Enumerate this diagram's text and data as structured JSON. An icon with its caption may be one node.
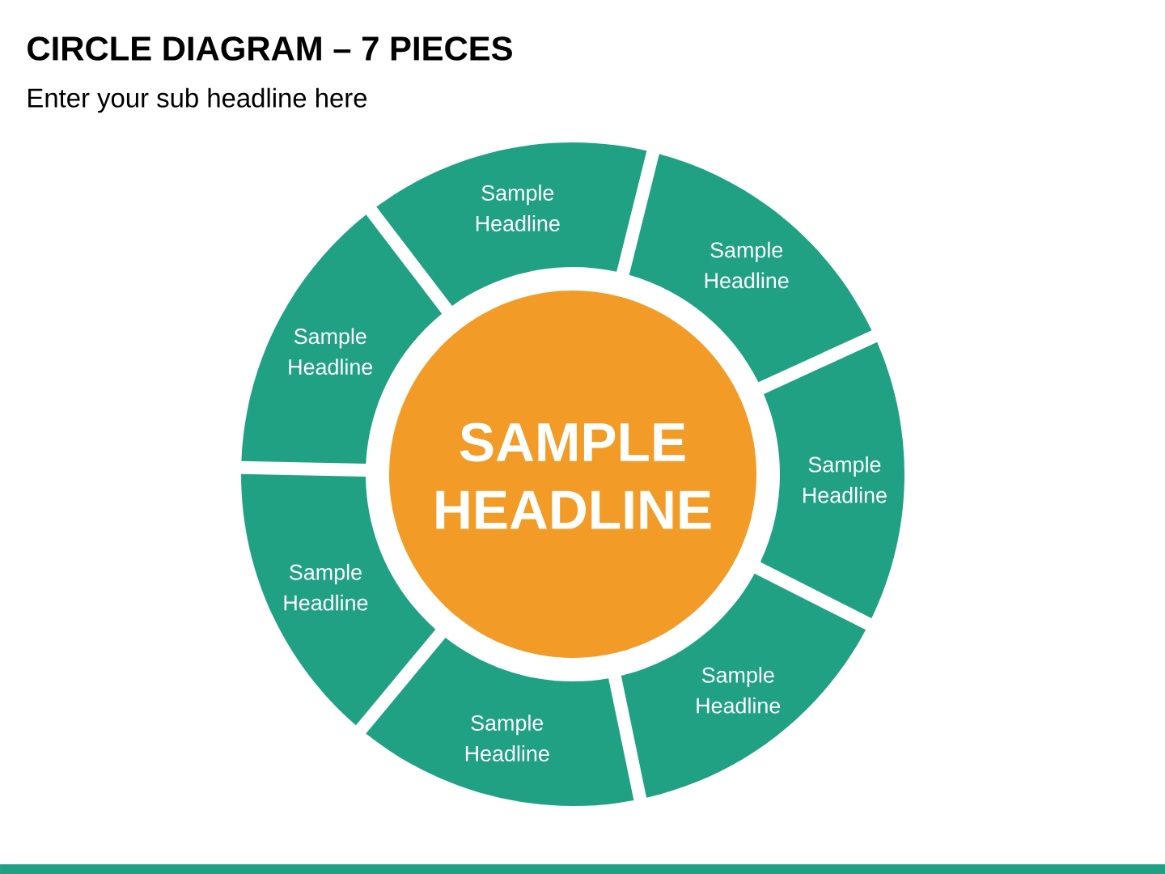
{
  "diagram": {
    "title": "CIRCLE DIAGRAM – 7 PIECES",
    "nodes": [
      {
        "text": [
          "SAMPLE HEADLINE"
        ]
      },
      {
        "text": [
          "Sample Headline"
        ]
      },
      {
        "text": [
          "Sample Headline"
        ]
      },
      {
        "text": [
          "Sample Headline"
        ]
      },
      {
        "text": [
          "Sample Headline"
        ]
      },
      {
        "text": [
          "Sample Headline"
        ]
      },
      {
        "text": [
          "Sample Headline"
        ]
      },
      {
        "text": [
          "Sample Headline"
        ]
      }
    ],
    "labels": [
      "Enter your sub headline here"
    ]
  }
}
